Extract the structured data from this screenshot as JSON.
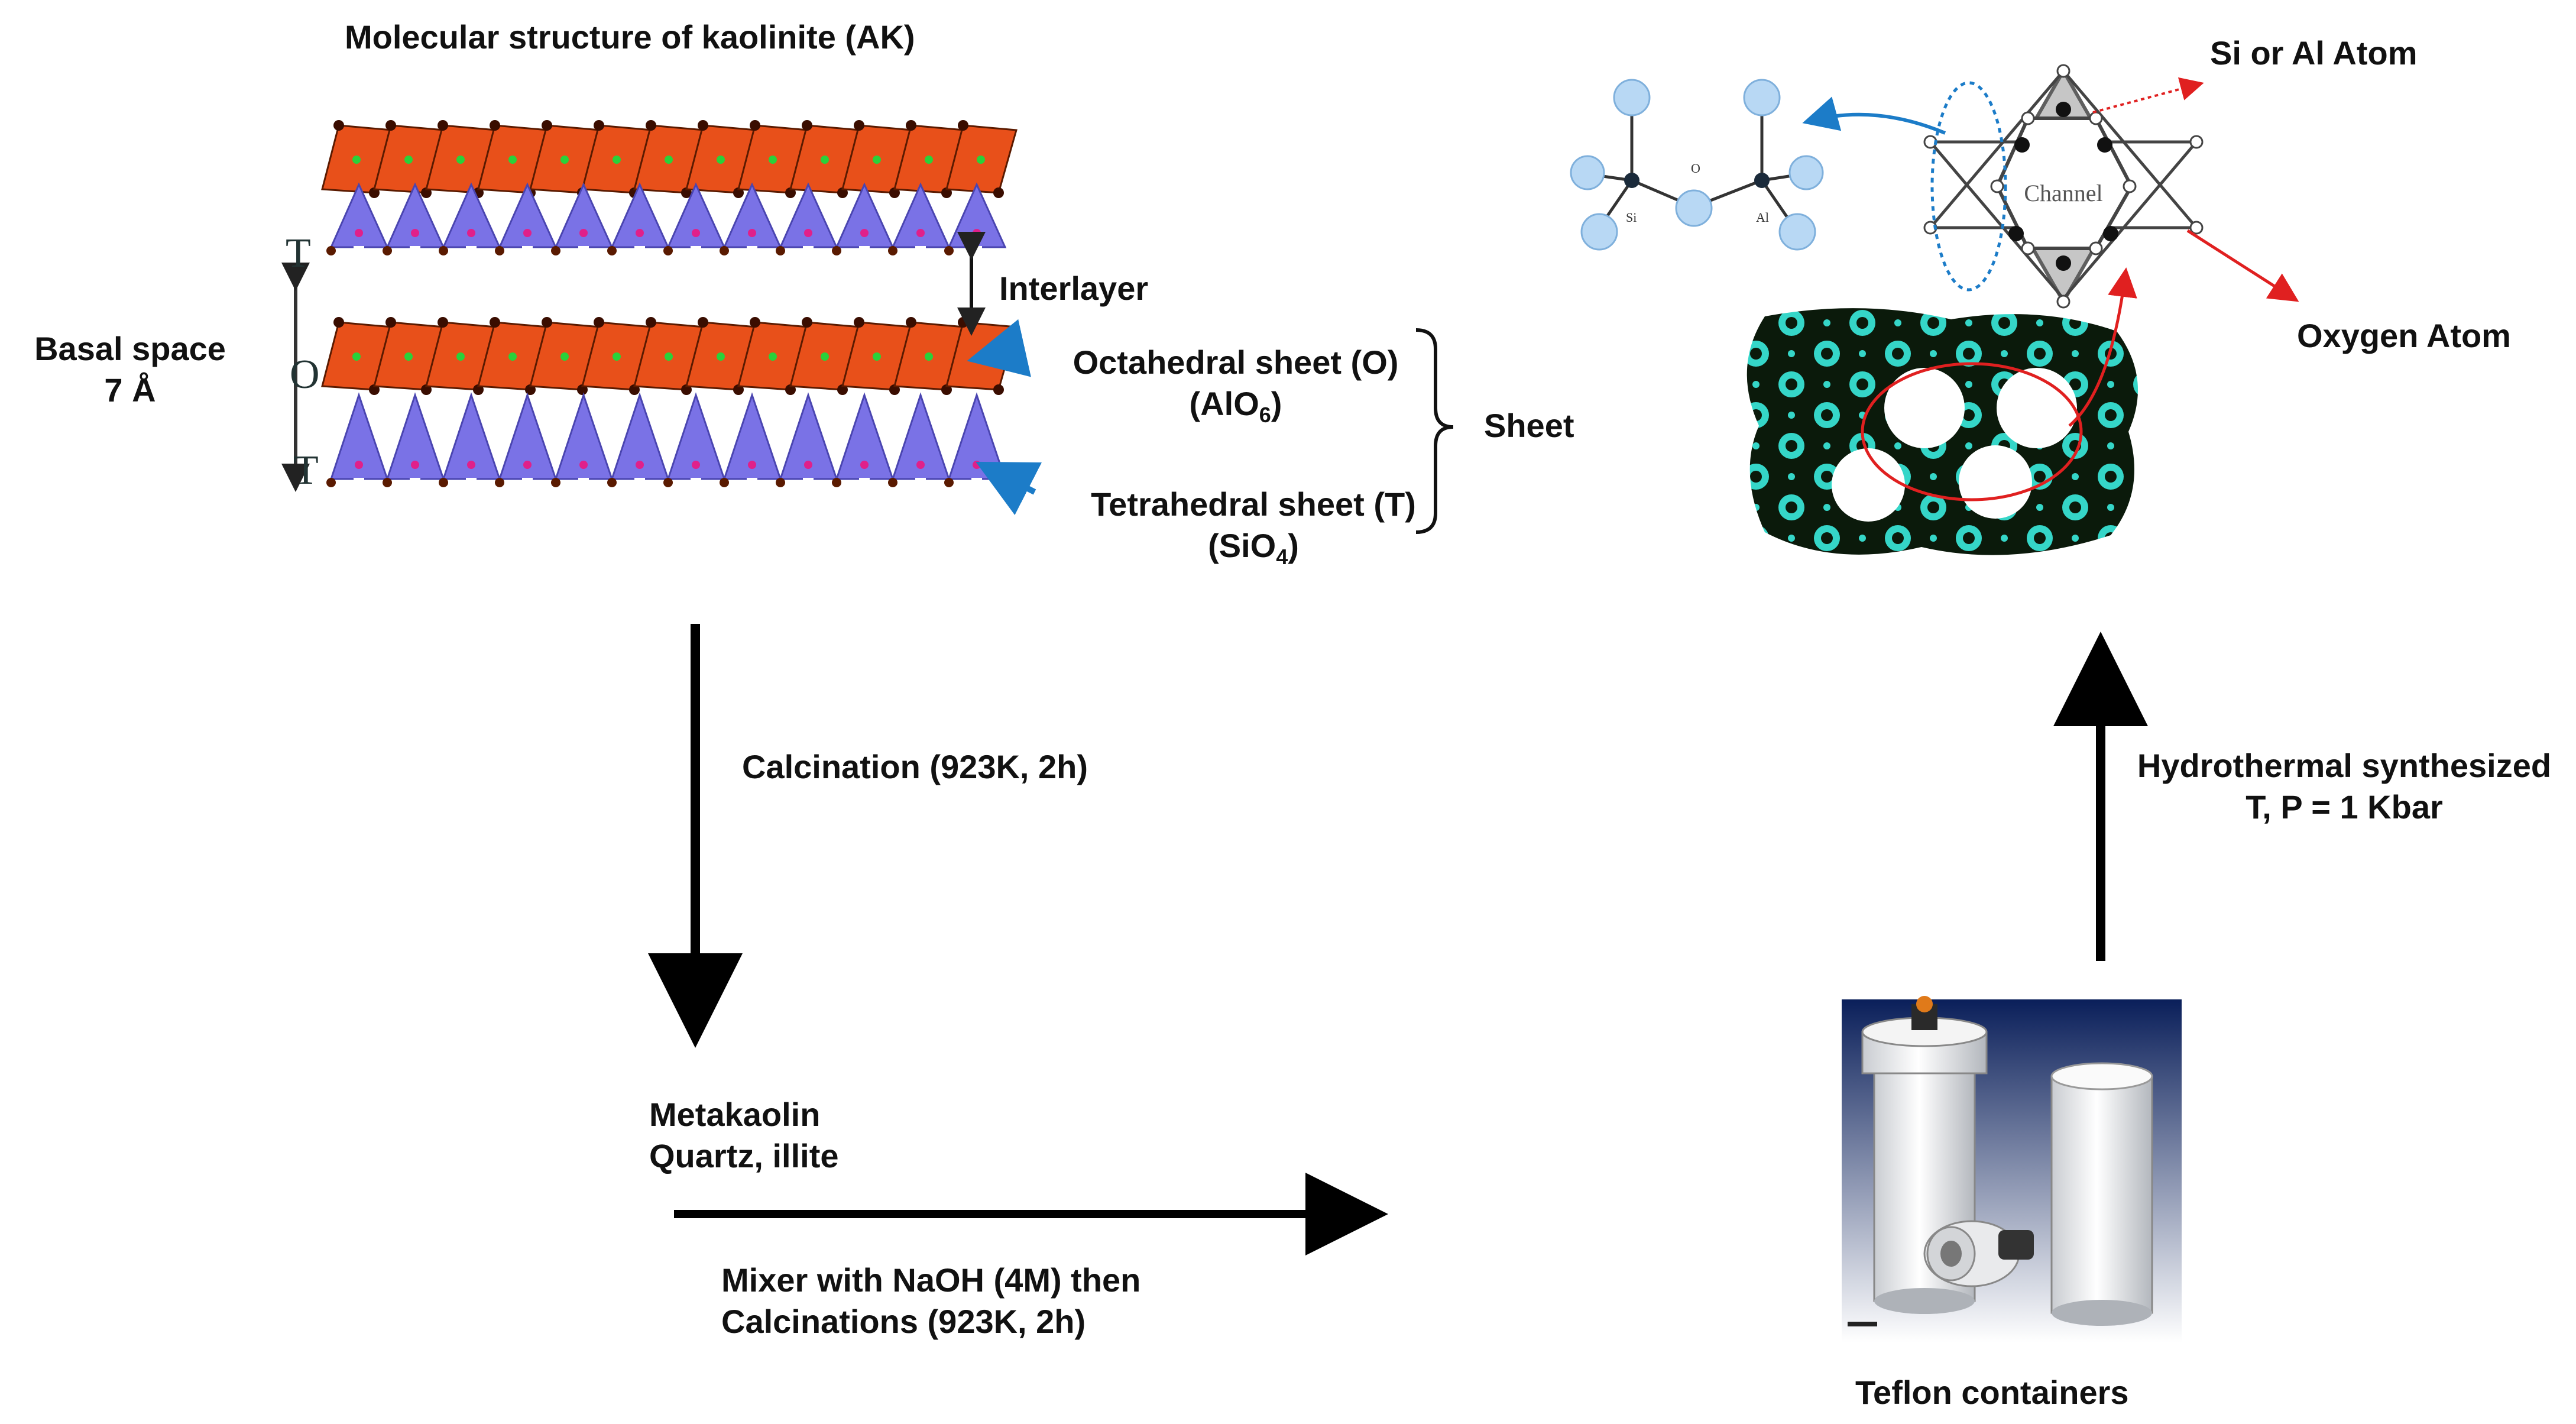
{
  "labels": {
    "title": "Molecular structure of kaolinite (AK)",
    "basal_space": "Basal space",
    "basal_value": "7 Å",
    "T_top": "T",
    "O_mid": "O",
    "T_bottom": "T",
    "interlayer": "Interlayer",
    "octahedral_name": "Octahedral sheet (O)",
    "octahedral_formula_base": "(AlO",
    "octahedral_formula_sub": "6",
    "octahedral_formula_close": ")",
    "tetrahedral_name": "Tetrahedral sheet (T)",
    "tetrahedral_formula_base": "(SiO",
    "tetrahedral_formula_sub": "4",
    "tetrahedral_formula_close": ")",
    "sheet": "Sheet",
    "calcination": "Calcination  (923K, 2h)",
    "metakaolin_line1": "Metakaolin",
    "metakaolin_line2": "Quartz, illite",
    "mixer_line1": "Mixer with NaOH (4M) then",
    "mixer_line2": "Calcinations  (923K, 2h)",
    "teflon": "Teflon containers",
    "hydrothermal_line1": "Hydrothermal synthesized",
    "hydrothermal_line2": "T, P = 1 Kbar",
    "si_al_atom": "Si or Al Atom",
    "oxygen_atom": "Oxygen Atom",
    "channel": "Channel",
    "si": "Si",
    "o": "O",
    "al": "Al"
  },
  "colors": {
    "octahedral": "#e8501a",
    "tetrahedral": "#7a72e6",
    "zeolite_dark": "#0b1a0b",
    "zeolite_light": "#35d6c8",
    "atom_blue": "#b8d8f4",
    "arrow_black": "#000000",
    "arrow_red": "#e02020",
    "arrow_blue": "#1c7cc8"
  }
}
